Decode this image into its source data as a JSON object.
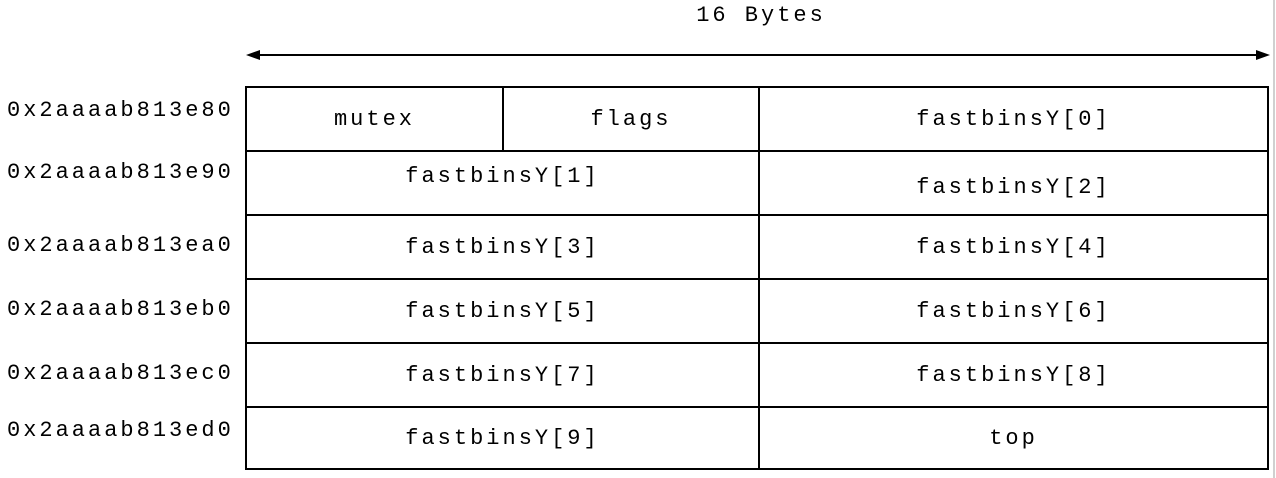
{
  "title": "16 Bytes",
  "width_arrow": {
    "label": "16 Bytes",
    "direction": "bidirectional"
  },
  "rows": [
    {
      "address": "0x2aaaab813e80",
      "cells": [
        {
          "label": "mutex",
          "span": "4 bytes"
        },
        {
          "label": "flags",
          "span": "4 bytes"
        },
        {
          "label": "fastbinsY[0]",
          "span": "8 bytes"
        }
      ]
    },
    {
      "address": "0x2aaaab813e90",
      "cells": [
        {
          "label": "fastbinsY[1]",
          "span": "8 bytes"
        },
        {
          "label": "fastbinsY[2]",
          "span": "8 bytes"
        }
      ]
    },
    {
      "address": "0x2aaaab813ea0",
      "cells": [
        {
          "label": "fastbinsY[3]",
          "span": "8 bytes"
        },
        {
          "label": "fastbinsY[4]",
          "span": "8 bytes"
        }
      ]
    },
    {
      "address": "0x2aaaab813eb0",
      "cells": [
        {
          "label": "fastbinsY[5]",
          "span": "8 bytes"
        },
        {
          "label": "fastbinsY[6]",
          "span": "8 bytes"
        }
      ]
    },
    {
      "address": "0x2aaaab813ec0",
      "cells": [
        {
          "label": "fastbinsY[7]",
          "span": "8 bytes"
        },
        {
          "label": "fastbinsY[8]",
          "span": "8 bytes"
        }
      ]
    },
    {
      "address": "0x2aaaab813ed0",
      "cells": [
        {
          "label": "fastbinsY[9]",
          "span": "8 bytes"
        },
        {
          "label": "top",
          "span": "8 bytes"
        }
      ]
    }
  ],
  "colors": {
    "line": "#000000",
    "background": "#ffffff",
    "text": "#000000"
  }
}
